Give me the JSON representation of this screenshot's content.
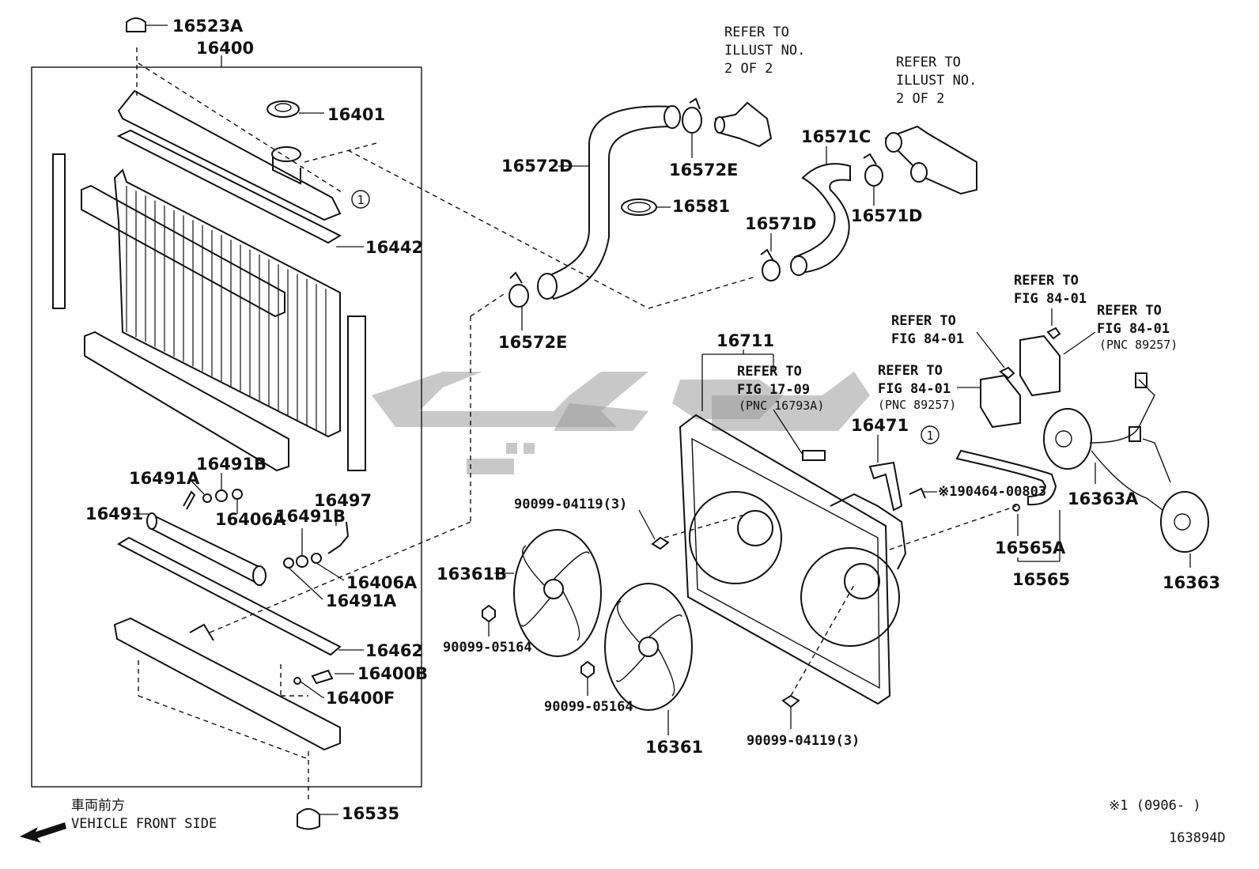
{
  "diagram_id": "163894D",
  "footnote": "※1 (0906-      )",
  "orientation": {
    "japanese": "車両前方",
    "english": "VEHICLE FRONT SIDE",
    "icon": "arrow-left-icon"
  },
  "circle_marker": "1",
  "parts": {
    "p16523A": "16523A",
    "p16400": "16400",
    "p16401": "16401",
    "p16442": "16442",
    "p16491A_1": "16491A",
    "p16491B_1": "16491B",
    "p16406A_1": "16406A",
    "p16491B_2": "16491B",
    "p16497": "16497",
    "p16491": "16491",
    "p16406A_2": "16406A",
    "p16491A_2": "16491A",
    "p16462": "16462",
    "p16400B": "16400B",
    "p16400F": "16400F",
    "p16535": "16535",
    "p16572D": "16572D",
    "p16572E_1": "16572E",
    "p16581": "16581",
    "p16572E_2": "16572E",
    "p16571C": "16571C",
    "p16571D_1": "16571D",
    "p16571D_2": "16571D",
    "p16711": "16711",
    "p16471": "16471",
    "p190464": "※190464-00803",
    "p16363A": "16363A",
    "p16565A": "16565A",
    "p16565": "16565",
    "p16363": "16363",
    "p90099_04119_1": "90099-04119(3)",
    "p16361B": "16361B",
    "p90099_05164_1": "90099-05164",
    "p90099_05164_2": "90099-05164",
    "p16361": "16361",
    "p90099_04119_2": "90099-04119(3)"
  },
  "refs": {
    "illust1": [
      "REFER TO",
      "ILLUST NO.",
      "2 OF 2"
    ],
    "illust2": [
      "REFER TO",
      "ILLUST NO.",
      "2 OF 2"
    ],
    "fig84a": [
      "REFER TO",
      "FIG 84-01"
    ],
    "fig84b": [
      "REFER TO",
      "FIG 84-01",
      "(PNC 89257)"
    ],
    "fig84c": [
      "REFER TO",
      "FIG 84-01",
      "(PNC 89257)"
    ],
    "fig1709": [
      "REFER TO",
      "FIG 17-09",
      "(PNC 16793A)"
    ]
  },
  "colors": {
    "line": "#111111",
    "watermark": "#9a9a9a"
  }
}
